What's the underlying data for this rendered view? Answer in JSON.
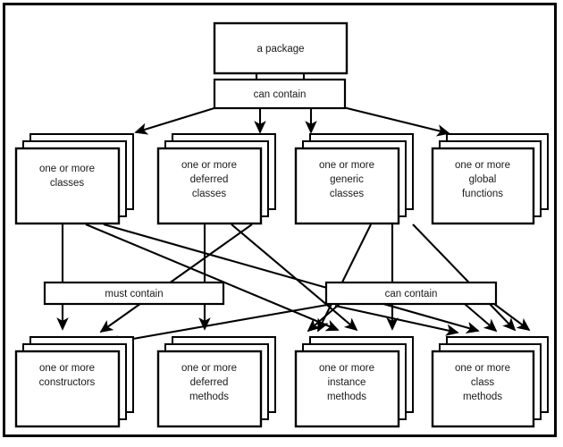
{
  "diagram": {
    "title_node": {
      "label": "a package"
    },
    "relations": {
      "top_can_contain": "can contain",
      "must_contain": "must contain",
      "bottom_can_contain": "can contain"
    },
    "tier1": [
      {
        "id": "classes",
        "line1": "one or more",
        "line2": "classes",
        "line3": ""
      },
      {
        "id": "deferred-classes",
        "line1": "one or more",
        "line2": "deferred",
        "line3": "classes"
      },
      {
        "id": "generic-classes",
        "line1": "one or more",
        "line2": "generic",
        "line3": "classes"
      },
      {
        "id": "global-functions",
        "line1": "one or more",
        "line2": "global",
        "line3": "functions"
      }
    ],
    "tier2": [
      {
        "id": "constructors",
        "line1": "one or more",
        "line2": "constructors",
        "line3": ""
      },
      {
        "id": "deferred-methods",
        "line1": "one or more",
        "line2": "deferred",
        "line3": "methods"
      },
      {
        "id": "instance-methods",
        "line1": "one or more",
        "line2": "instance",
        "line3": "methods"
      },
      {
        "id": "class-methods",
        "line1": "one or more",
        "line2": "class",
        "line3": "methods"
      }
    ],
    "colors": {
      "stroke": "#000000",
      "fill": "#ffffff",
      "text": "#1a1a1a",
      "frame": "#000000"
    }
  }
}
